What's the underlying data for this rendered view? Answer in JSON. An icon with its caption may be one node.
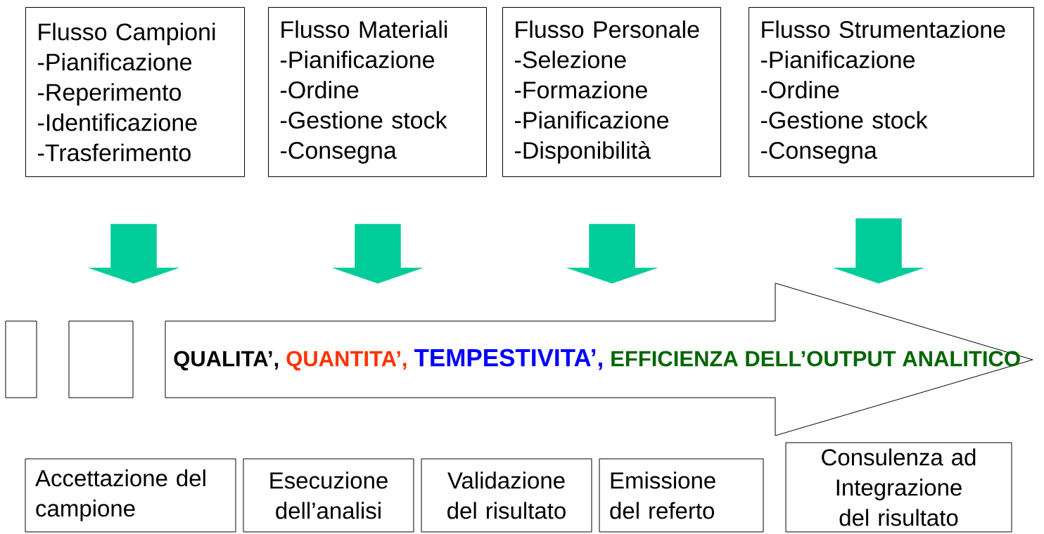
{
  "diagram": {
    "nodes": [
      {
        "text": [
          "Flusso Campioni",
          "-Pianificazione",
          "-Reperimento",
          "-Identificazione",
          "-Trasferimento"
        ]
      },
      {
        "text": [
          "Flusso Materiali",
          "-Pianificazione",
          "-Ordine",
          "-Gestione stock",
          "-Consegna"
        ]
      },
      {
        "text": [
          "Flusso Personale",
          "-Selezione",
          "-Formazione",
          "-Pianificazione",
          "-Disponibilità"
        ]
      },
      {
        "text": [
          "Flusso Strumentazione",
          "-Pianificazione",
          "-Ordine",
          "-Gestione stock",
          "-Consegna"
        ]
      },
      {
        "text": [],
        "shape": "box"
      },
      {
        "text": [],
        "shape": "box"
      },
      {
        "text": [
          "QUALITA’,",
          "QUANTITA’,",
          "TEMPESTIVITA’,",
          "EFFICIENZA DELL’OUTPUT ANALITICO"
        ]
      },
      {
        "text": [
          "Accettazione del campione"
        ]
      },
      {
        "text": [
          "Esecuzione dell’analisi"
        ]
      },
      {
        "text": [
          "Validazione del risultato"
        ]
      },
      {
        "text": [
          "Emissione del referto"
        ]
      },
      {
        "text": [
          "Consulenza ad Integrazione del risultato"
        ]
      }
    ],
    "edges": [
      {
        "from": 0,
        "to": 6,
        "arrow": "to"
      },
      {
        "from": 1,
        "to": 6,
        "arrow": "to"
      },
      {
        "from": 2,
        "to": 6,
        "arrow": "to"
      },
      {
        "from": 3,
        "to": 6,
        "arrow": "to"
      }
    ]
  }
}
